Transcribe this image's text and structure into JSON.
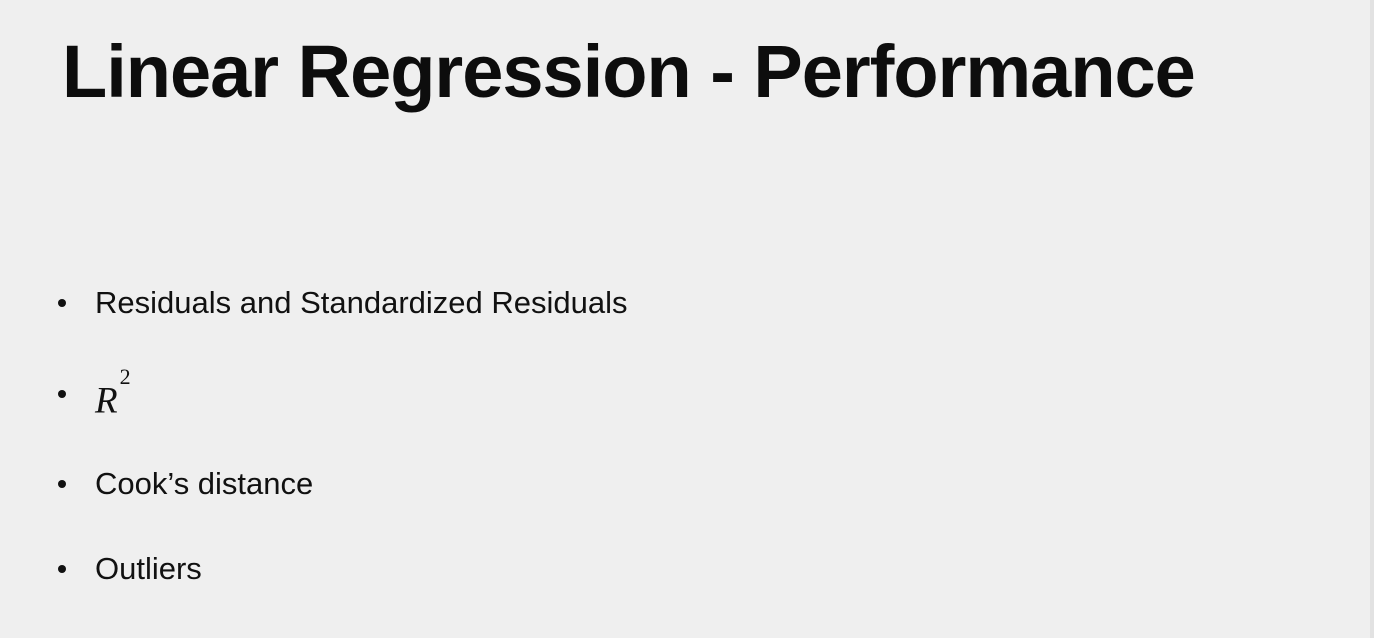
{
  "slide": {
    "title": "Linear Regression - Performance",
    "bullets": [
      {
        "text": "Residuals and Standardized Residuals"
      },
      {
        "base": "R",
        "superscript": "2"
      },
      {
        "text": "Cook’s distance"
      },
      {
        "text": "Outliers"
      }
    ]
  },
  "colors": {
    "background": "#efefef",
    "text": "#111111"
  }
}
